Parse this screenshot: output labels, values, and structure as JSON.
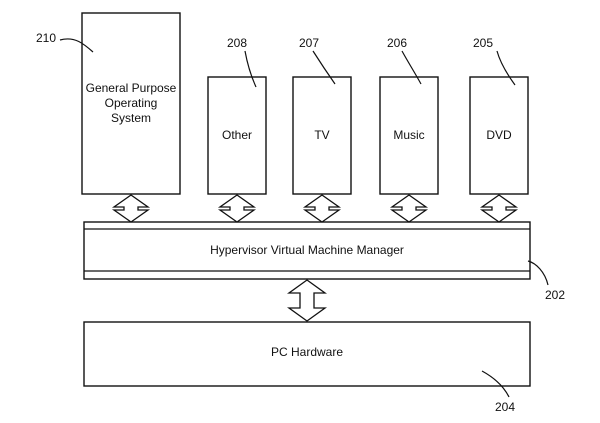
{
  "diagram": {
    "refs": {
      "gpos": "210",
      "other": "208",
      "tv": "207",
      "music": "206",
      "dvd": "205",
      "hypervisor": "202",
      "hardware": "204"
    },
    "labels": {
      "gpos_line1": "General Purpose",
      "gpos_line2": "Operating",
      "gpos_line3": "System",
      "other": "Other",
      "tv": "TV",
      "music": "Music",
      "dvd": "DVD",
      "hypervisor": "Hypervisor Virtual Machine Manager",
      "hardware": "PC Hardware"
    }
  }
}
